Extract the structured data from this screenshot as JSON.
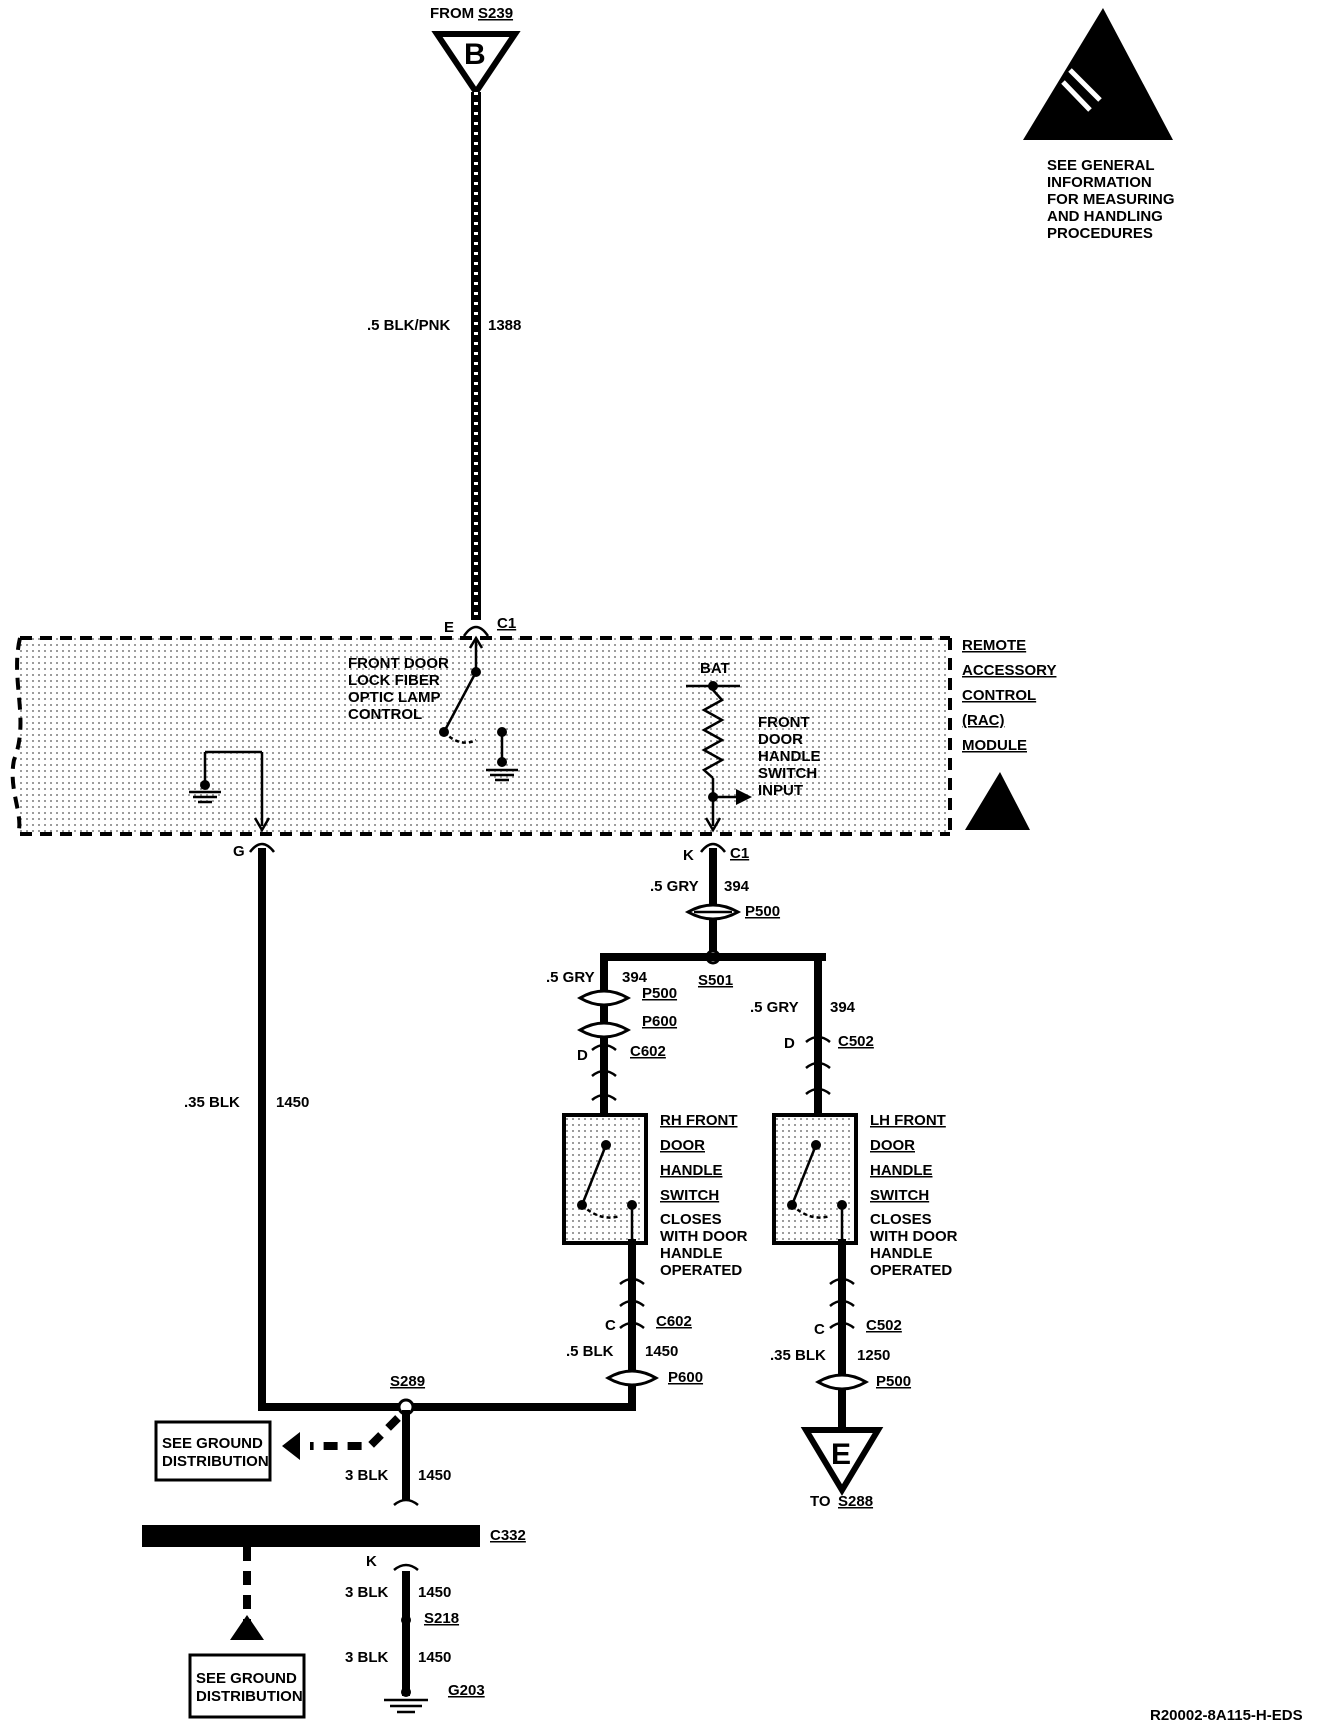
{
  "top_connector": {
    "from_label": "FROM",
    "from_ref": "S239",
    "letter": "B"
  },
  "esd_note": {
    "lines": [
      "SEE GENERAL",
      "INFORMATION",
      "FOR MEASURING",
      "AND HANDLING",
      "PROCEDURES"
    ]
  },
  "wires": {
    "top": {
      "gauge": ".5 BLK/PNK",
      "circuit": "1388"
    },
    "ground_main": {
      "gauge": ".35 BLK",
      "circuit": "1450"
    },
    "k_out": {
      "gauge": ".5 GRY",
      "circuit": "394"
    },
    "rh_in": {
      "gauge": ".5 GRY",
      "circuit": "394"
    },
    "lh_in": {
      "gauge": ".5 GRY",
      "circuit": "394"
    },
    "rh_out": {
      "gauge": ".5 BLK",
      "circuit": "1450"
    },
    "lh_out": {
      "gauge": ".35 BLK",
      "circuit": "1250"
    },
    "g_upper": {
      "gauge": "3 BLK",
      "circuit": "1450"
    },
    "g_mid": {
      "gauge": "3 BLK",
      "circuit": "1450"
    },
    "g_low": {
      "gauge": "3 BLK",
      "circuit": "1450"
    }
  },
  "module": {
    "name_lines": [
      "REMOTE",
      "ACCESSORY",
      "CONTROL",
      "(RAC)",
      "MODULE"
    ],
    "pin_e": "E",
    "conn_e": "C1",
    "pin_g": "G",
    "pin_k": "K",
    "conn_k": "C1",
    "lamp_lines": [
      "FRONT DOOR",
      "LOCK FIBER",
      "OPTIC LAMP",
      "CONTROL"
    ],
    "bat_label": "BAT",
    "input_lines": [
      "FRONT",
      "DOOR",
      "HANDLE",
      "SWITCH",
      "INPUT"
    ]
  },
  "connectors": {
    "p500_top": "P500",
    "s501": "S501",
    "p500_rh": "P500",
    "p600_rh": "P600",
    "c602_top_pin": "D",
    "c602_top": "C602",
    "c502_top_pin": "D",
    "c502_top": "C502",
    "c602_bot_pin": "C",
    "c602_bot": "C602",
    "c502_bot_pin": "C",
    "c502_bot": "C502",
    "p600_bot": "P600",
    "p500_bot": "P500",
    "s289": "S289",
    "c332": "C332",
    "c332_pin": "K",
    "s218": "S218",
    "g203": "G203"
  },
  "rh_switch": {
    "name_lines": [
      "RH FRONT",
      "DOOR",
      "HANDLE",
      "SWITCH"
    ],
    "note_lines": [
      "CLOSES",
      "WITH DOOR",
      "HANDLE",
      "OPERATED"
    ]
  },
  "lh_switch": {
    "name_lines": [
      "LH FRONT",
      "DOOR",
      "HANDLE",
      "SWITCH"
    ],
    "note_lines": [
      "CLOSES",
      "WITH DOOR",
      "HANDLE",
      "OPERATED"
    ]
  },
  "bottom_connector": {
    "letter": "E",
    "to_label": "TO",
    "to_ref": "S288"
  },
  "ground_ref_1": {
    "lines": [
      "SEE GROUND",
      "DISTRIBUTION"
    ]
  },
  "ground_ref_2": {
    "lines": [
      "SEE GROUND",
      "DISTRIBUTION"
    ]
  },
  "diagram_id": "R20002-8A115-H-EDS"
}
